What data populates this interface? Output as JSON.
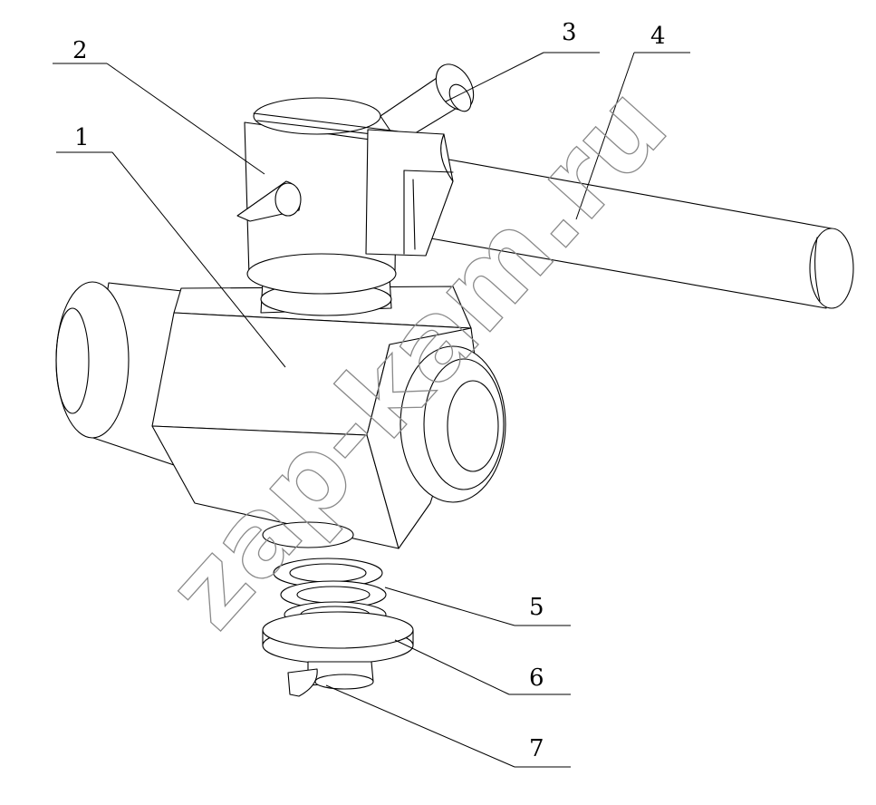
{
  "diagram": {
    "callouts": [
      {
        "id": "1",
        "label": "1"
      },
      {
        "id": "2",
        "label": "2"
      },
      {
        "id": "3",
        "label": "3"
      },
      {
        "id": "4",
        "label": "4"
      },
      {
        "id": "5",
        "label": "5"
      },
      {
        "id": "6",
        "label": "6"
      },
      {
        "id": "7",
        "label": "7"
      }
    ],
    "watermark": "zap-kam.ru"
  }
}
